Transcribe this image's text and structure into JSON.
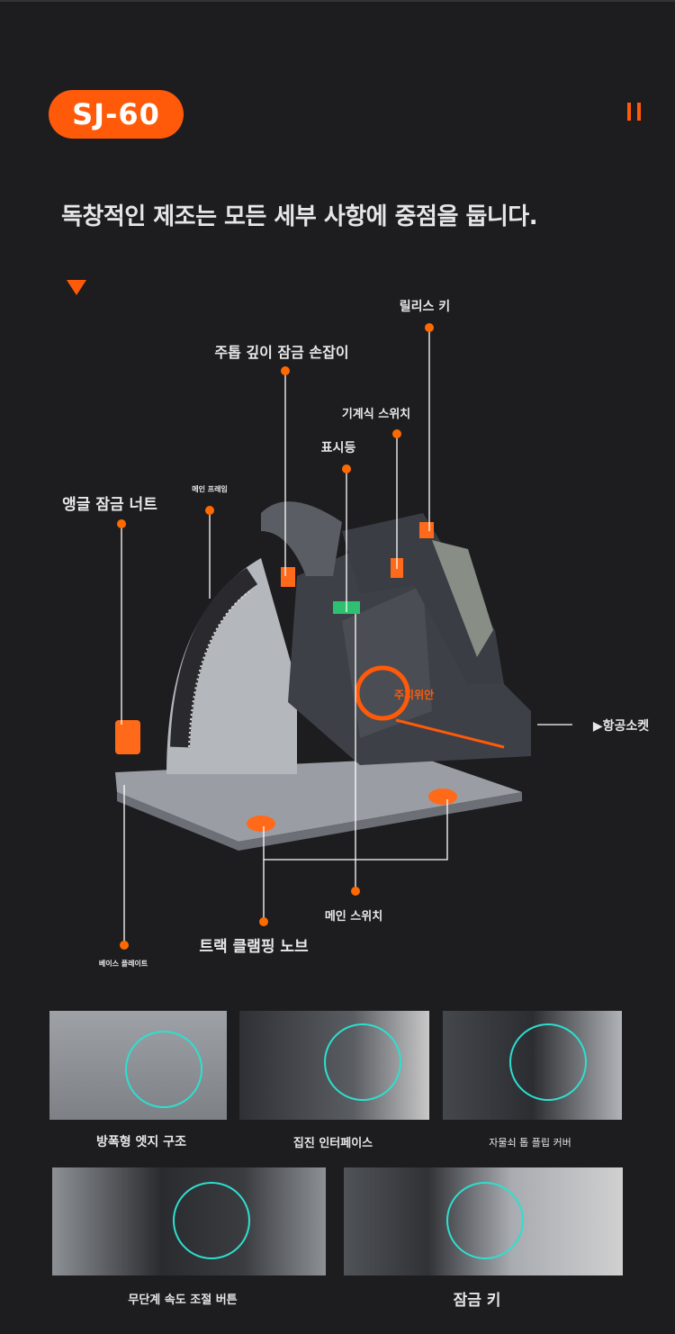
{
  "model_badge": "SJ-60",
  "headline": "독창적인 제조는 모든 세부 사항에 중점을 둡니다.",
  "accent_color": "#ff5a0a",
  "highlight_color": "#2de0d0",
  "annotations": {
    "release_key": "릴리스 키",
    "depth_lock_handle": "주톱 깊이 잠금 손잡이",
    "mechanical_switch": "기계식 스위치",
    "indicator_light": "표시등",
    "main_frame": "메인 프레임",
    "angle_lock_nut": "앵글 잠금 너트",
    "aviation_socket": "▶항공소켓",
    "main_switch": "메인 스위치",
    "track_clamp_knob": "트랙 클램핑 노브",
    "base_plate": "베이스 플레이트"
  },
  "brand_mark": "주지위안",
  "details": [
    {
      "caption": "방폭형 엣지 구조"
    },
    {
      "caption": "집진 인터페이스"
    },
    {
      "caption": "자물쇠 톱 플립 커버"
    },
    {
      "caption": "무단계 속도 조절 버튼"
    },
    {
      "caption": "잠금 키"
    }
  ]
}
